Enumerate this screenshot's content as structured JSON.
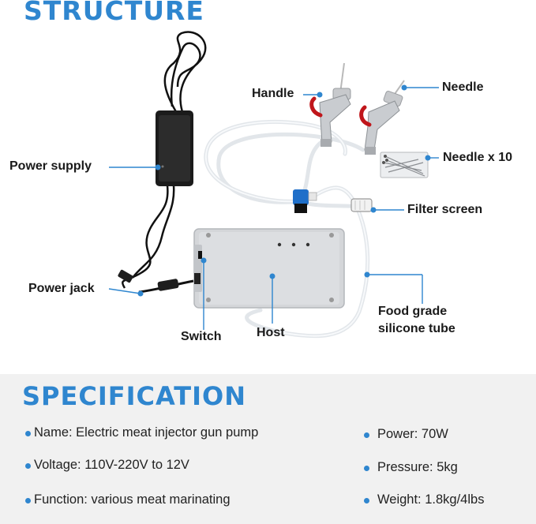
{
  "structure": {
    "title": "STRUCTURE",
    "labels": {
      "handle": "Handle",
      "needle": "Needle",
      "needle_x10": "Needle x 10",
      "power_supply": "Power supply",
      "filter_screen": "Filter screen",
      "power_jack": "Power jack",
      "food_grade_line1": "Food grade",
      "food_grade_line2": "silicone tube",
      "switch": "Switch",
      "host": "Host"
    }
  },
  "specification": {
    "title": "SPECIFICATION",
    "left": [
      "Name: Electric meat injector gun pump",
      "Voltage: 110V-220V to 12V",
      "Function: various meat marinating"
    ],
    "right": [
      "Power: 70W",
      "Pressure: 5kg",
      "Weight: 1.8kg/4lbs"
    ]
  },
  "colors": {
    "accent": "#2f86cf",
    "spec_background": "#f1f1f1"
  }
}
